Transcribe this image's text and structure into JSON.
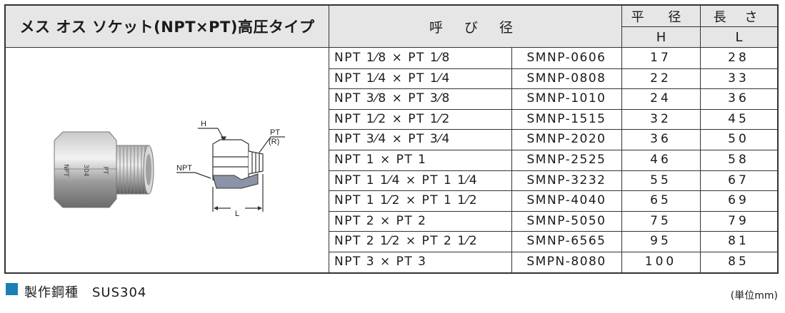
{
  "table": {
    "title": "メス オス ソケット(NPT×PT)高圧タイプ",
    "col_nominal": "呼 び 径",
    "col_width": "平 径",
    "col_length": "長 さ",
    "col_H": "H",
    "col_L": "L",
    "rows": [
      {
        "size": "NPT 1⁄8 × PT 1⁄8",
        "code": "SMNP-0606",
        "H": "17",
        "L": "28"
      },
      {
        "size": "NPT 1⁄4 × PT 1⁄4",
        "code": "SMNP-0808",
        "H": "22",
        "L": "33"
      },
      {
        "size": "NPT 3⁄8 × PT 3⁄8",
        "code": "SMNP-1010",
        "H": "24",
        "L": "36"
      },
      {
        "size": "NPT 1⁄2 × PT 1⁄2",
        "code": "SMNP-1515",
        "H": "32",
        "L": "45"
      },
      {
        "size": "NPT 3⁄4 × PT 3⁄4",
        "code": "SMNP-2020",
        "H": "36",
        "L": "50"
      },
      {
        "size": "NPT 1 × PT 1",
        "code": "SMNP-2525",
        "H": "46",
        "L": "58"
      },
      {
        "size": "NPT 1 1⁄4 × PT 1 1⁄4",
        "code": "SMNP-3232",
        "H": "55",
        "L": "67"
      },
      {
        "size": "NPT 1 1⁄2 × PT 1 1⁄2",
        "code": "SMNP-4040",
        "H": "65",
        "L": "69"
      },
      {
        "size": "NPT 2 × PT 2",
        "code": "SMNP-5050",
        "H": "75",
        "L": "79"
      },
      {
        "size": "NPT 2 1⁄2 × PT 2 1⁄2",
        "code": "SMNP-6565",
        "H": "95",
        "L": "81"
      },
      {
        "size": "NPT 3 × PT 3",
        "code": "SMPN-8080",
        "H": "100",
        "L": "85"
      }
    ]
  },
  "diagram": {
    "label_H": "H",
    "label_PT": "PT",
    "label_R": "(R)",
    "label_NPT": "NPT",
    "label_L": "L"
  },
  "photo": {
    "marking_npt": "NPT",
    "marking_304": "304",
    "marking_pt": "PT"
  },
  "footer": {
    "material": "製作鋼種　SUS304",
    "unit": "(単位mm)",
    "accent_color": "#1a7fb4"
  }
}
